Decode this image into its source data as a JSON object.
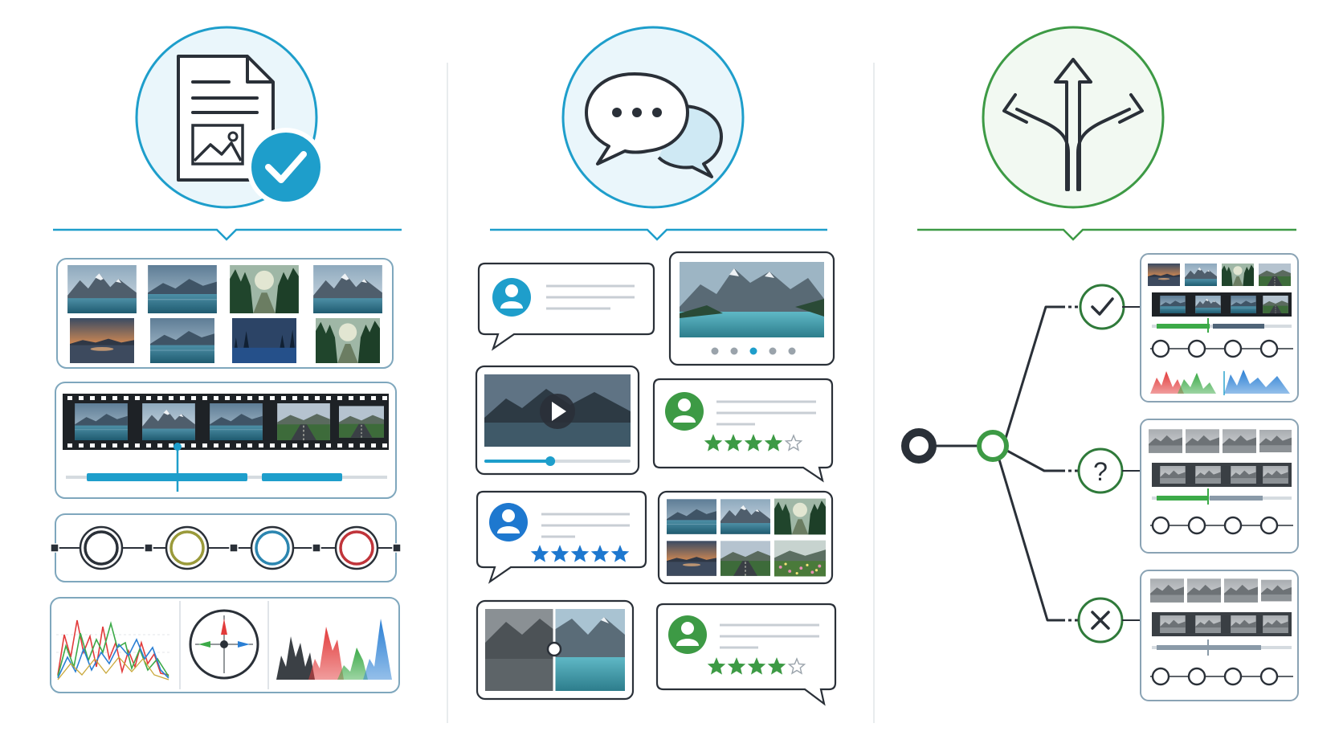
{
  "theme": {
    "blue": "#1e9ecb",
    "blue_light": "#e9f6fc",
    "green": "#3d9a45",
    "green_light": "#f2f9f2",
    "ink": "#2a3038",
    "muted": "#c8ced4",
    "frame": "#8aa3b4"
  },
  "columns": [
    {
      "id": "verification",
      "header_icon": "document-check-icon",
      "accent": "#1e9ecb",
      "widgets": [
        "image-grid",
        "filmstrip-timeline",
        "color-ring-sequence",
        "histogram-analysis"
      ],
      "ring_colors": [
        "#2a3038",
        "#9a9a3a",
        "#2c86b0",
        "#c0343a"
      ]
    },
    {
      "id": "feedback",
      "header_icon": "chat-bubbles-icon",
      "accent": "#1e9ecb",
      "reviews": [
        {
          "avatar_color": "#1e9ecb",
          "stars": 0
        },
        {
          "avatar_color": "#3d9a45",
          "stars": 4
        },
        {
          "avatar_color": "#1e78cf",
          "stars": 5
        },
        {
          "avatar_color": "#3d9a45",
          "stars": 4
        }
      ],
      "carousel_dots": 5,
      "carousel_active": 2,
      "video_progress": 0.45
    },
    {
      "id": "decision",
      "header_icon": "branching-arrows-icon",
      "accent": "#3d9a45",
      "branches": [
        {
          "status_icon": "check-icon",
          "symbol": "✓"
        },
        {
          "status_icon": "question-icon",
          "symbol": "?"
        },
        {
          "status_icon": "cross-icon",
          "symbol": "✕"
        }
      ]
    }
  ]
}
